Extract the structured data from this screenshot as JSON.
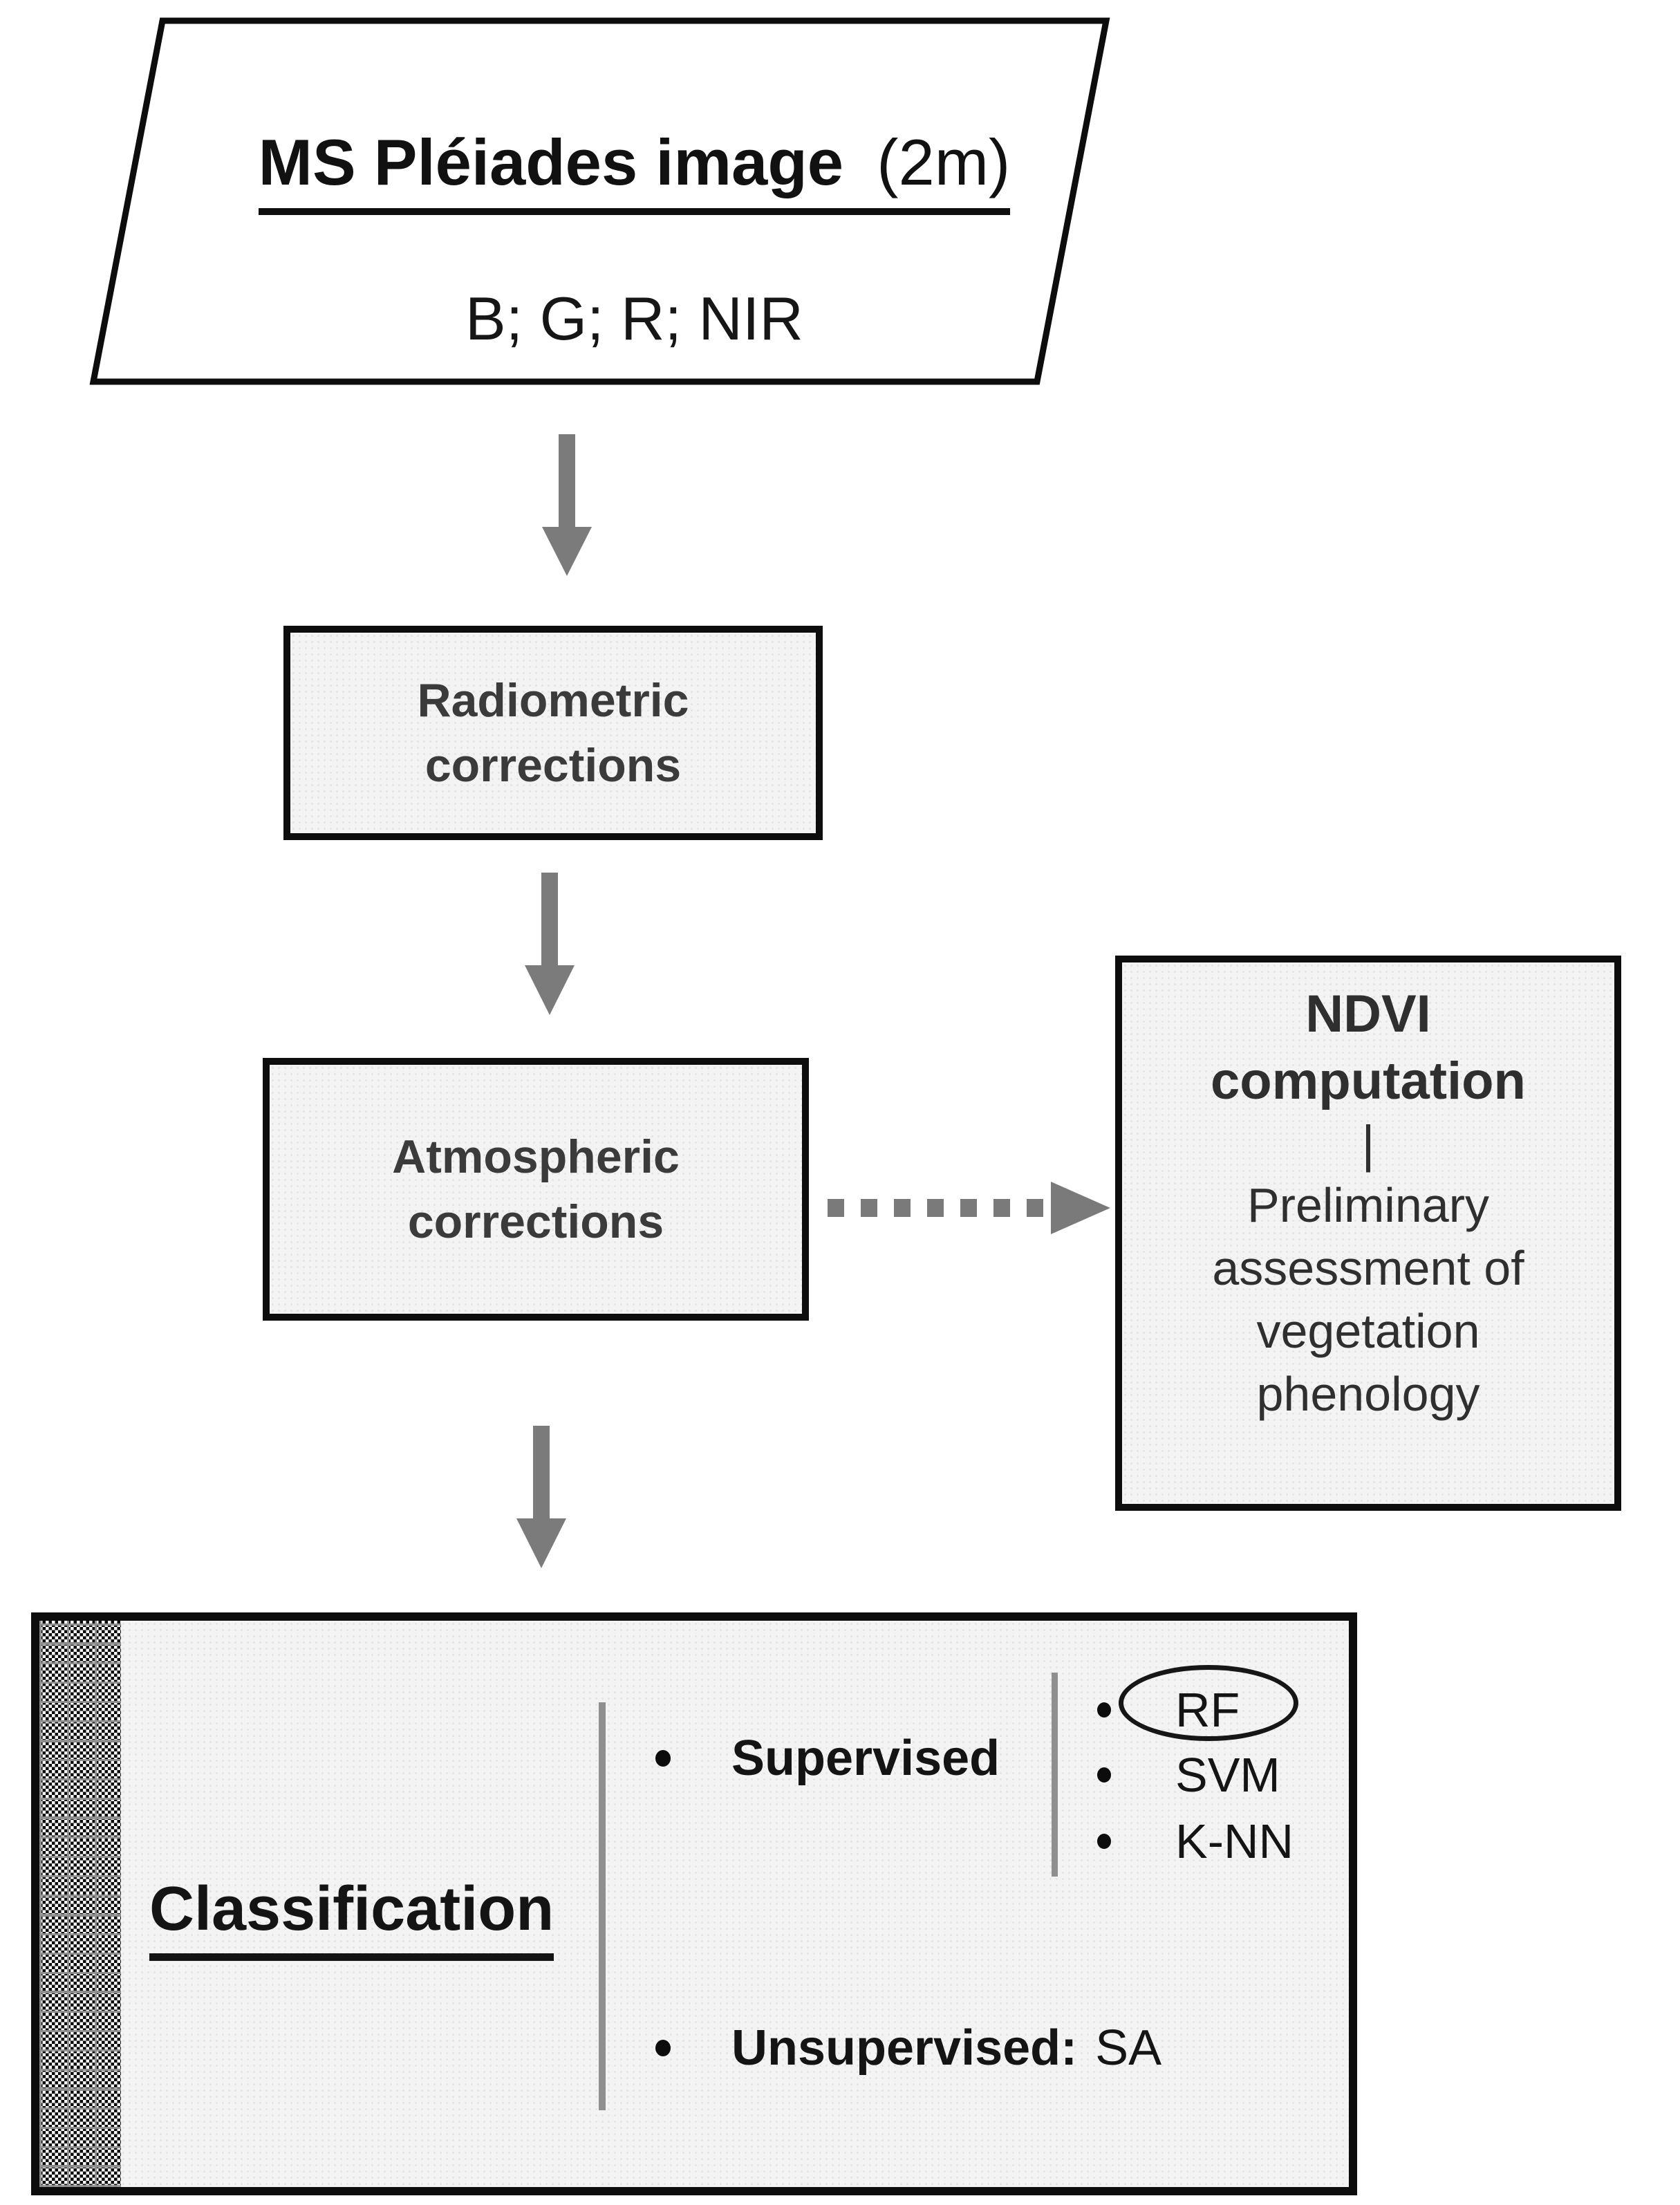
{
  "figure": {
    "input_node": {
      "title_main": "MS Pléiades image",
      "title_note": "(2m)",
      "bands": "B; G; R; NIR"
    },
    "radiometric_node": {
      "label": "Radiometric corrections"
    },
    "atmospheric_node": {
      "label": "Atmospheric corrections"
    },
    "ndvi_node": {
      "title": "NDVI computation",
      "separator": "|",
      "description": "Preliminary assessment of vegetation phenology"
    },
    "classification_node": {
      "title": "Classification",
      "supervised_label": "Supervised",
      "methods": [
        {
          "label": "RF",
          "highlighted": true
        },
        {
          "label": "SVM",
          "highlighted": false
        },
        {
          "label": "K-NN",
          "highlighted": false
        }
      ],
      "unsupervised_label": "Unsupervised:",
      "unsupervised_method": "SA"
    },
    "palette": {
      "border_black": "#0d0d0d",
      "box_fill_gray": "#f3f3f3",
      "arrow_gray": "#7b7b7b",
      "dash_gray": "#7a7a7a",
      "divider_gray": "#8f8f8f",
      "box_text_gray": "#3b3b3b",
      "text_black": "#141414"
    }
  }
}
